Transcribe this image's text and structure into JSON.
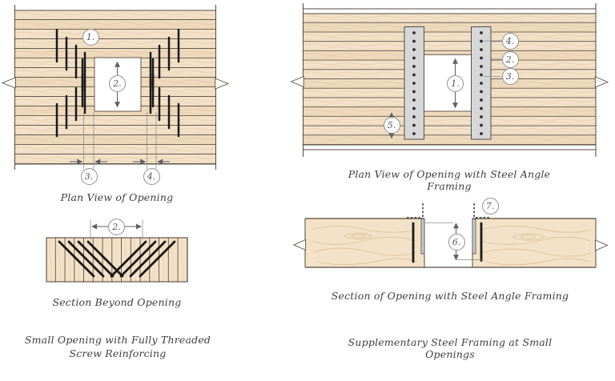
{
  "colors": {
    "background": "#ffffff",
    "wood_fill": "#f3e2c8",
    "wood_tint": "#cfa878",
    "wood_grain": "#d5b68c",
    "plank_line": "#55493c",
    "steel_fill": "#d7d7d7",
    "steel_edge": "#4e4e4e",
    "screw": "#181818",
    "dim_line": "#5f5f5f",
    "callout_border": "#909090",
    "callout_text": "#555555",
    "caption_text": "#3e3e3e"
  },
  "figures": {
    "plan_opening": {
      "caption": "Plan View of Opening",
      "callouts": {
        "screws": "1.",
        "opening_height": "2.",
        "edge_distance_left": "3.",
        "edge_distance_right": "4."
      }
    },
    "section_beyond": {
      "caption": "Section Beyond Opening",
      "callouts": {
        "opening_width": "2."
      }
    },
    "plan_steel": {
      "caption": "Plan View of Opening with Steel Angle Framing",
      "callouts": {
        "opening_height": "1.",
        "steel_angle": "2.",
        "bolt_lower": "3.",
        "bolt_upper": "4.",
        "edge_distance": "5."
      }
    },
    "section_steel": {
      "caption": "Section of Opening with Steel Angle Framing",
      "callouts": {
        "depth": "6.",
        "rod": "7."
      }
    }
  },
  "titles": {
    "left_line1": "Small Opening with Fully Threaded",
    "left_line2": "Screw Reinforcing",
    "right": "Supplementary Steel Framing at Small Openings"
  }
}
